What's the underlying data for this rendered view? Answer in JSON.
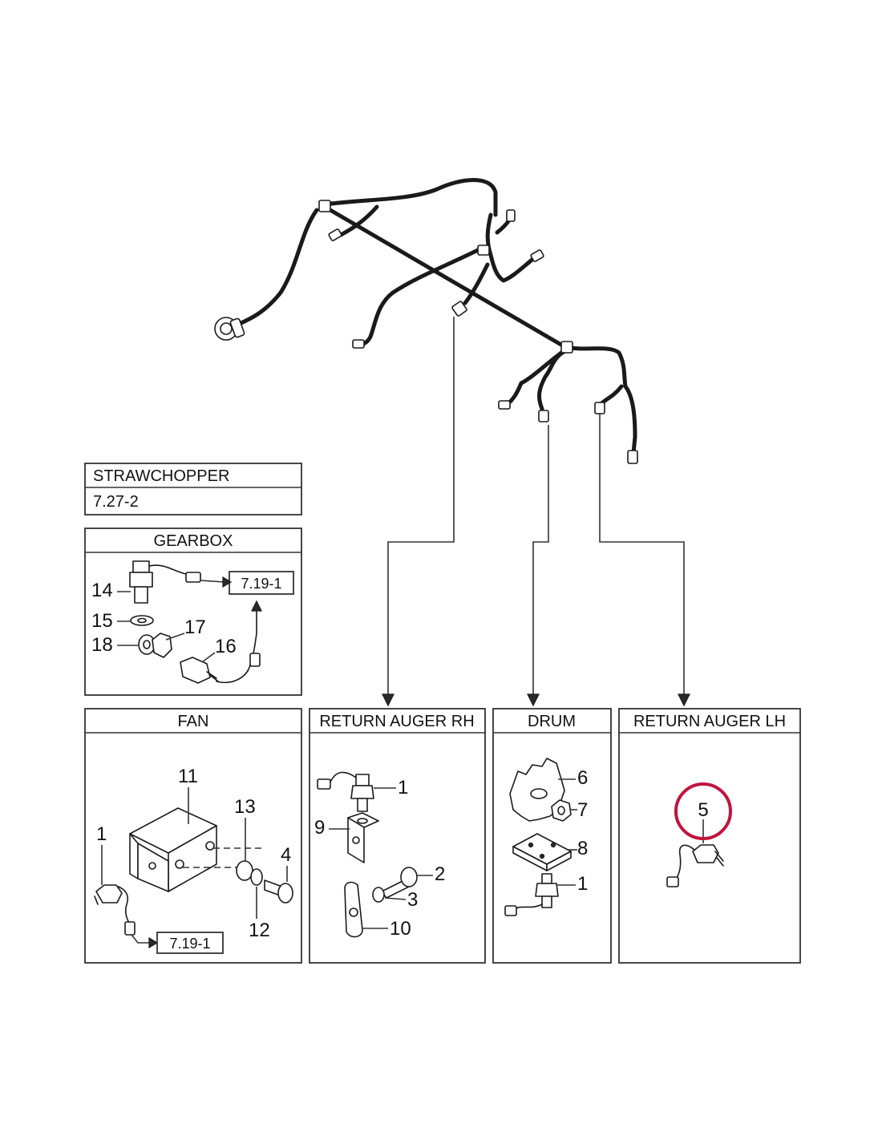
{
  "strawchopper": {
    "title": "STRAWCHOPPER",
    "ref": "7.27-2"
  },
  "gearbox": {
    "title": "GEARBOX",
    "ref": "7.19-1",
    "callouts": [
      "14",
      "15",
      "17",
      "18",
      "16"
    ]
  },
  "fan": {
    "title": "FAN",
    "ref": "7.19-1",
    "callouts": [
      "11",
      "13",
      "1",
      "4",
      "12"
    ]
  },
  "return_auger_rh": {
    "title": "RETURN AUGER RH",
    "callouts": [
      "1",
      "9",
      "2",
      "3",
      "10"
    ]
  },
  "drum": {
    "title": "DRUM",
    "callouts": [
      "6",
      "7",
      "8",
      "1"
    ]
  },
  "return_auger_lh": {
    "title": "RETURN AUGER LH",
    "callouts": [
      "5"
    ]
  },
  "highlight": {
    "label": "5",
    "color": "#c0143c"
  },
  "colors": {
    "line": "#1a1a1a",
    "frame": "#333333",
    "background": "#ffffff"
  }
}
